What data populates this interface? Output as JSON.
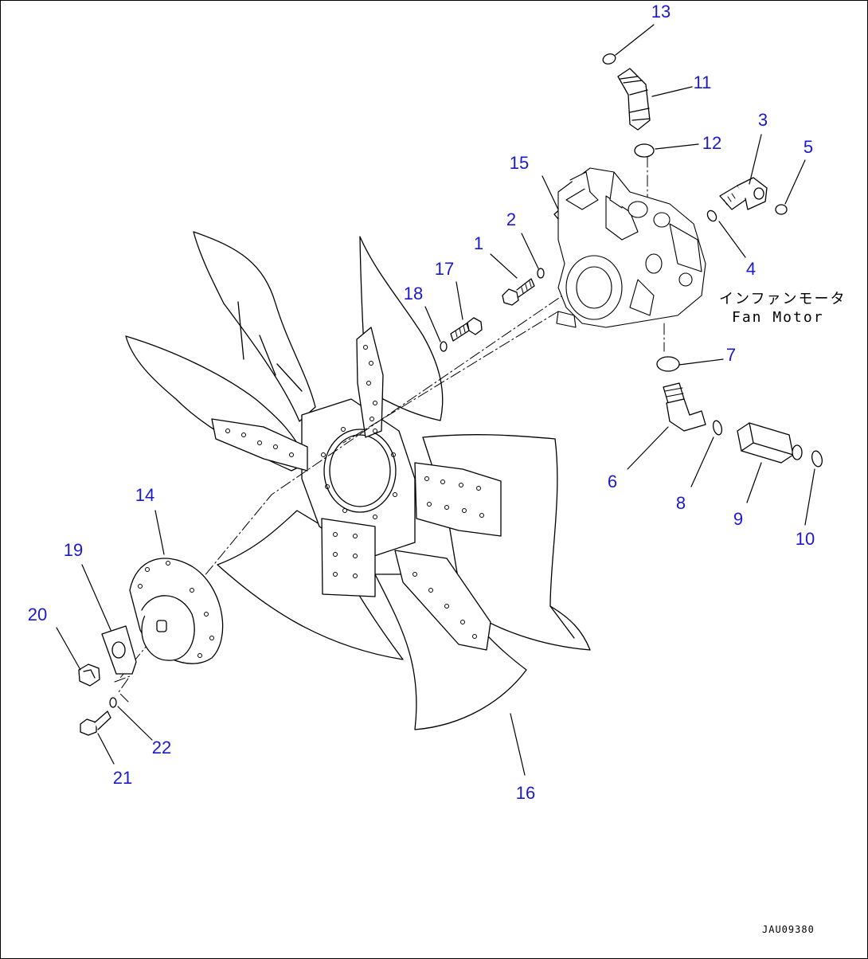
{
  "diagram": {
    "drawing_id": "JAU09380",
    "motor_label_jp": "インファンモータ",
    "motor_label_en": "Fan Motor",
    "label_color": "#1a1acc",
    "parts": [
      {
        "id": "p1",
        "label": "1"
      },
      {
        "id": "p2",
        "label": "2"
      },
      {
        "id": "p3",
        "label": "3"
      },
      {
        "id": "p4",
        "label": "4"
      },
      {
        "id": "p5",
        "label": "5"
      },
      {
        "id": "p6",
        "label": "6"
      },
      {
        "id": "p7",
        "label": "7"
      },
      {
        "id": "p8",
        "label": "8"
      },
      {
        "id": "p9",
        "label": "9"
      },
      {
        "id": "p10",
        "label": "10"
      },
      {
        "id": "p11",
        "label": "11"
      },
      {
        "id": "p12",
        "label": "12"
      },
      {
        "id": "p13",
        "label": "13"
      },
      {
        "id": "p14",
        "label": "14"
      },
      {
        "id": "p15",
        "label": "15"
      },
      {
        "id": "p16",
        "label": "16"
      },
      {
        "id": "p17",
        "label": "17"
      },
      {
        "id": "p18",
        "label": "18"
      },
      {
        "id": "p19",
        "label": "19"
      },
      {
        "id": "p20",
        "label": "20"
      },
      {
        "id": "p21",
        "label": "21"
      },
      {
        "id": "p22",
        "label": "22"
      }
    ]
  }
}
